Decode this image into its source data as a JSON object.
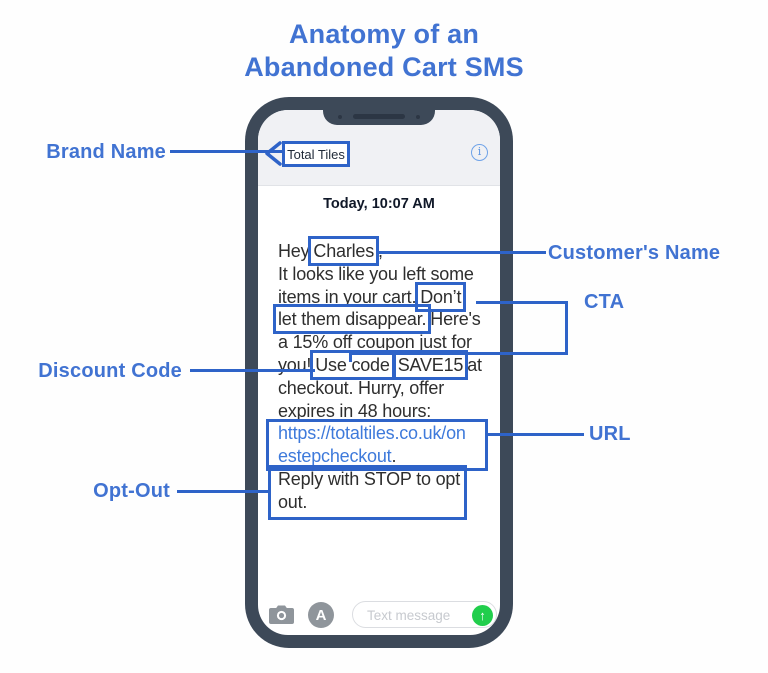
{
  "title": {
    "line1": "Anatomy of an",
    "line2": "Abandoned Cart SMS"
  },
  "colors": {
    "accent_blue": "#4173d2",
    "annotation_blue": "#2e63c8",
    "link_blue": "#3e7adb",
    "phone_frame": "#3d4958",
    "header_gray": "#f0f1f4",
    "send_green": "#21ce4c",
    "icon_gray": "#8f959b"
  },
  "callouts": {
    "brand_name": "Brand Name",
    "customer_name": "Customer's Name",
    "cta": "CTA",
    "discount_code": "Discount Code",
    "url": "URL",
    "opt_out": "Opt-Out"
  },
  "phone": {
    "header": {
      "contact_name": "Total Tiles",
      "info_icon": "i"
    },
    "timestamp": "Today, 10:07 AM",
    "composer": {
      "placeholder": "Text message",
      "send_icon": "↑",
      "appstore_icon": "A"
    }
  },
  "sms": {
    "l1a": "Hey",
    "l1b": "Charles",
    "l1c": ",",
    "l2": "It looks like you left some",
    "l3a": "items in your cart.",
    "l3b": "Don’t",
    "l4a": "let them disappear.",
    "l4b": "Here's",
    "l5": "a 15% off coupon just for",
    "l6a": "you!",
    "l6b": "Use code",
    "l6c": "SAVE15",
    "l6d": "at",
    "l7": "checkout. Hurry, offer",
    "l8": "expires in 48 hours:",
    "l9": "https://totaltiles.co.uk/on",
    "l10a": "estepcheckout",
    "l10b": ".",
    "l11": "Reply with STOP to opt",
    "l12": "out."
  }
}
